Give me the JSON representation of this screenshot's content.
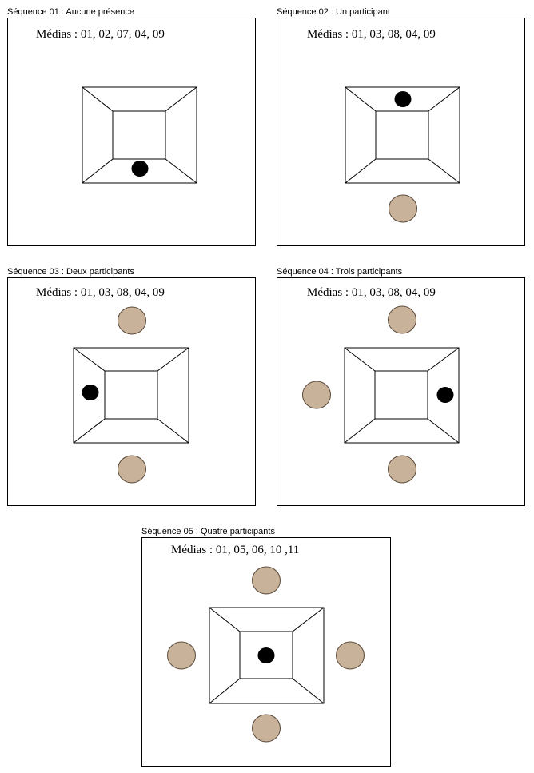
{
  "colors": {
    "participant": "#c8b29a",
    "marker": "#000000",
    "stroke": "#000000"
  },
  "sequences": [
    {
      "label": "Séquence 01 : Aucune présence",
      "medias": "Médias : 01, 02, 07, 04, 09",
      "participants": [],
      "marker": "bottom"
    },
    {
      "label": "Séquence 02 : Un participant",
      "medias": "Médias : 01, 03, 08, 04, 09",
      "participants": [
        "bottom"
      ],
      "marker": "top"
    },
    {
      "label": "Séquence 03 : Deux participants",
      "medias": "Médias : 01, 03, 08, 04, 09",
      "participants": [
        "top",
        "bottom"
      ],
      "marker": "left"
    },
    {
      "label": "Séquence 04 : Trois participants",
      "medias": "Médias : 01, 03, 08, 04, 09",
      "participants": [
        "top",
        "left",
        "bottom"
      ],
      "marker": "right"
    },
    {
      "label": "Séquence 05 : Quatre participants",
      "medias": "Médias : 01, 05, 06, 10 ,11",
      "participants": [
        "top",
        "left",
        "right",
        "bottom"
      ],
      "marker": "center"
    }
  ]
}
